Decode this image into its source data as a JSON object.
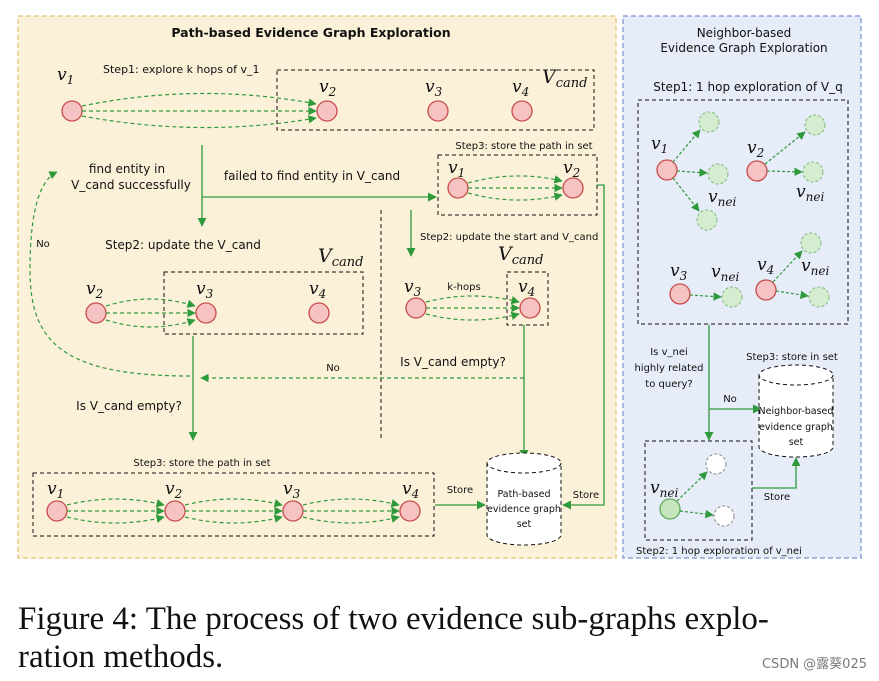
{
  "left_panel": {
    "title": "Path-based Evidence Graph Exploration",
    "step1": "Step1: explore k hops of v_1",
    "vcand": "V",
    "vcand_sub": "cand",
    "find_entity": "find entity in",
    "find_entity2": "V_cand successfully",
    "failed": "failed to find entity in V_cand",
    "step3_top": "Step3: store the path in set",
    "step2_left": "Step2: update the V_cand",
    "step2_right": "Step2: update the start and V_cand",
    "khops": "k-hops",
    "no_left": "No",
    "no_mid": "No",
    "empty_right": "Is V_cand empty?",
    "empty_left": "Is V_cand empty?",
    "step3_bottom": "Step3: store the path in set",
    "store_left": "Store",
    "store_right": "Store",
    "cyl_l1": "Path-based",
    "cyl_l2": "evidence graph",
    "cyl_l3": "set"
  },
  "right_panel": {
    "title1": "Neighbor-based",
    "title2": "Evidence Graph Exploration",
    "step1": "Step1: 1 hop exploration of V_q",
    "q1": "Is  v_nei",
    "q2": "highly related",
    "q3": "to query?",
    "no": "No",
    "step3": "Step3: store in set",
    "cyl_l1": "Neighbor-based",
    "cyl_l2": "evidence graph",
    "cyl_l3": "set",
    "store": "Store",
    "step2": "Step2: 1 hop exploration  of  v_nei"
  },
  "nodes": {
    "v": "v",
    "s1": "1",
    "s2": "2",
    "s3": "3",
    "s4": "4",
    "nei": "nei"
  },
  "caption": {
    "line1": "Figure 4: The process of two evidence sub-graphs explo-",
    "line2": "ration methods."
  },
  "watermark": "CSDN @露葵025",
  "colors": {
    "left_bg": "#fbf1d9",
    "left_border": "#e7c98a",
    "right_bg": "#e6ecf8",
    "right_border": "#8ea2d6",
    "node_red": "#f6c2c2",
    "node_red_stroke": "#c84b4b",
    "node_green": "#d6ecd0",
    "node_green_stroke": "#7db97a",
    "arrow": "#2f9a3c"
  }
}
